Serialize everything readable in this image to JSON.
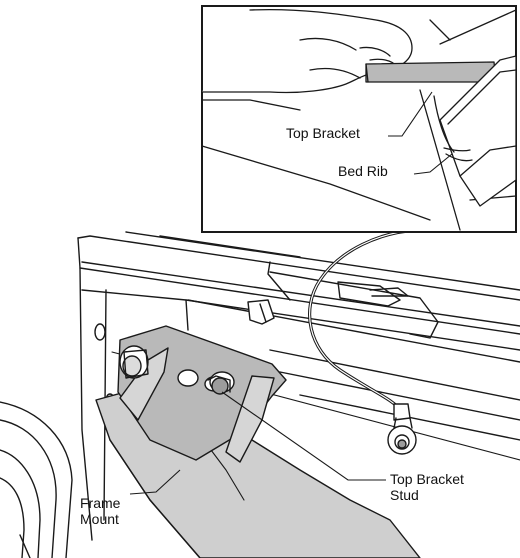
{
  "labels": {
    "top_bracket_inset": "Top Bracket",
    "bed_rib": "Bed Rib",
    "top_bracket_stud_line1": "Top Bracket",
    "top_bracket_stud_line2": "Stud",
    "frame_mount_line1": "Frame",
    "frame_mount_line2": "Mount"
  },
  "colors": {
    "line": "#1a1a1a",
    "bracket_fill": "#b9b9b9",
    "strap_fill": "#cfcfcf",
    "background": "#ffffff"
  }
}
